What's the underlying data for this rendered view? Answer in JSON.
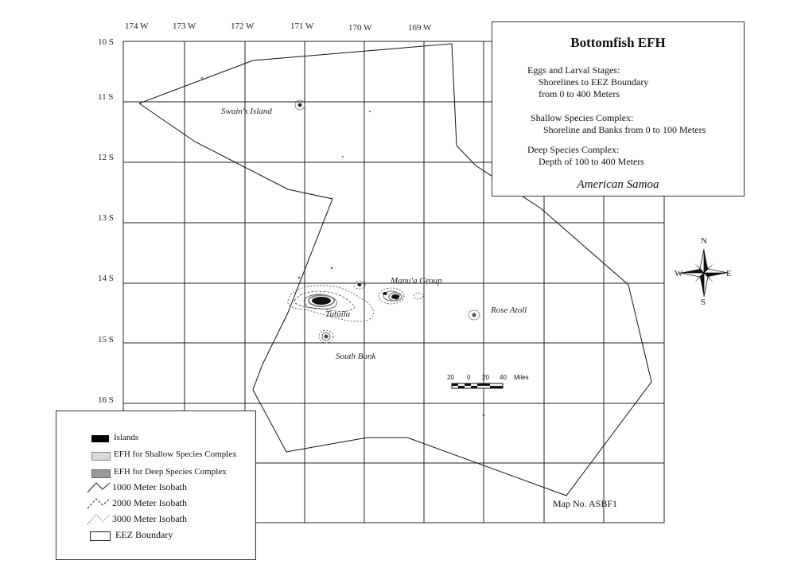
{
  "title_box": {
    "title": "Bottomfish EFH",
    "lines": [
      "Eggs and Larval Stages:",
      "Shorelines to EEZ Boundary",
      "from 0 to 400 Meters",
      "Shallow Species Complex:",
      "Shoreline and Banks from 0 to 100 Meters",
      "Deep Species Complex:",
      "Depth of 100 to 400 Meters"
    ],
    "region": "American Samoa"
  },
  "longitude_labels": [
    "174 W",
    "173 W",
    "172 W",
    "171 W",
    "170 W",
    "169 W"
  ],
  "latitude_labels": [
    "10 S",
    "11 S",
    "12 S",
    "13 S",
    "14 S",
    "15 S",
    "16 S"
  ],
  "places": {
    "swains": "Swain's Island",
    "manua": "Manu'a Group",
    "tutuila": "Tutuila",
    "rose": "Rose Atoll",
    "south_bank": "South Bank"
  },
  "compass": {
    "n": "N",
    "s": "S",
    "e": "E",
    "w": "W"
  },
  "scale_bar": {
    "labels": [
      "20",
      "0",
      "20",
      "40"
    ],
    "unit": "Miles"
  },
  "legend": {
    "items": [
      {
        "label": "Islands",
        "swatch": "#000000"
      },
      {
        "label": "EFH for Shallow Species Complex",
        "swatch": "#d9d9d9"
      },
      {
        "label": "EFH for Deep Species Complex",
        "swatch": "#9a9a9a"
      },
      {
        "label": "1000 Meter Isobath",
        "swatch": "line-solid"
      },
      {
        "label": "2000 Meter Isobath",
        "swatch": "line-dashed"
      },
      {
        "label": "3000 Meter Isobath",
        "swatch": "line-dotted"
      },
      {
        "label": "EEZ Boundary",
        "swatch": "box"
      }
    ]
  },
  "map_number": "Map No. ASBF1"
}
